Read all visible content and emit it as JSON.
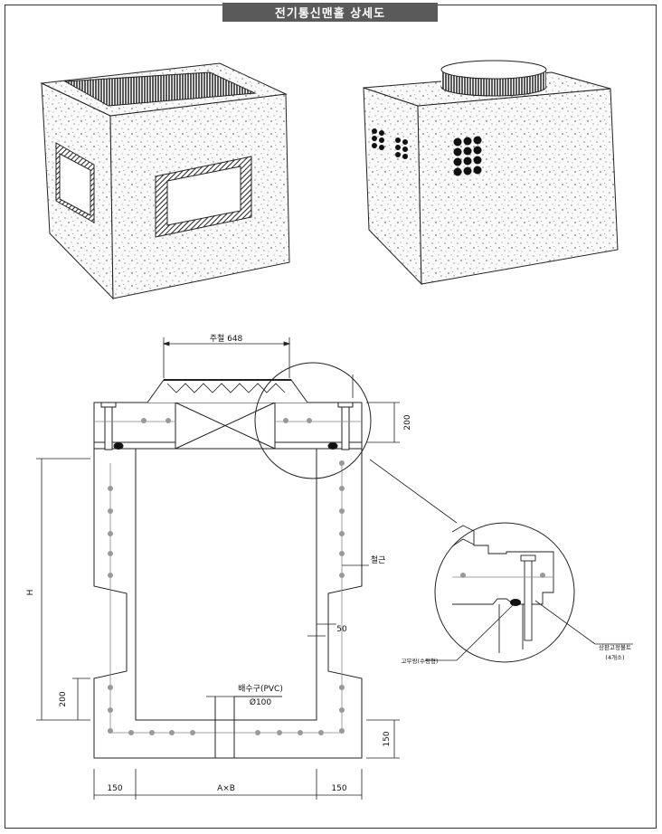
{
  "title": "전기통신맨홀 상세도",
  "labels": {
    "joo_chul": "주철 648",
    "rebar": "철근",
    "height": "H",
    "ab": "A×B",
    "drain_1": "배수구(PVC)",
    "drain_2": "Ø100",
    "rubber_ring": "고무링(수평형)",
    "anchor_bolt_1": "상판고정볼트",
    "anchor_bolt_2": "(4개소)"
  },
  "dimensions": {
    "d200_top": "200",
    "d200_left": "200",
    "d150_bottom": "150",
    "d50": "50",
    "d150_left": "150",
    "d150_right": "150"
  }
}
